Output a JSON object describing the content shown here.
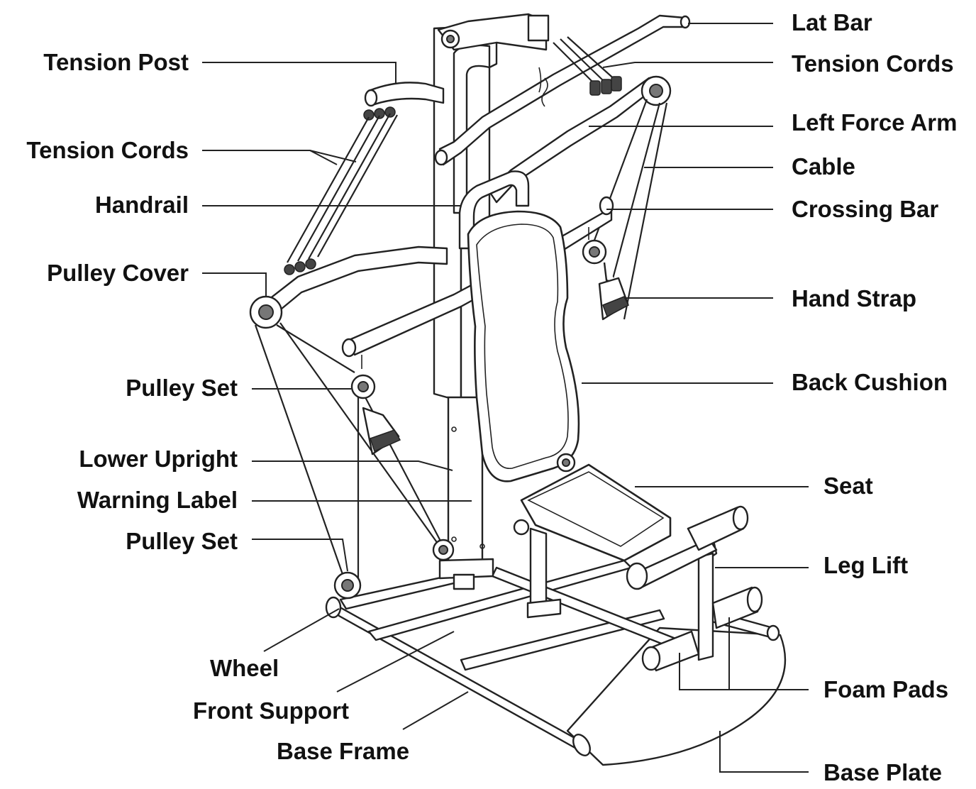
{
  "labels": {
    "lat_bar": "Lat Bar",
    "tension_post": "Tension Post",
    "tension_cords_right": "Tension Cords",
    "left_force_arm": "Left Force Arm",
    "tension_cords_left": "Tension Cords",
    "cable": "Cable",
    "handrail": "Handrail",
    "crossing_bar": "Crossing Bar",
    "pulley_cover": "Pulley Cover",
    "hand_strap": "Hand Strap",
    "back_cushion": "Back Cushion",
    "pulley_set_upper": "Pulley Set",
    "lower_upright": "Lower Upright",
    "seat": "Seat",
    "warning_label": "Warning Label",
    "pulley_set_lower": "Pulley Set",
    "leg_lift": "Leg Lift",
    "wheel": "Wheel",
    "front_support": "Front Support",
    "foam_pads": "Foam Pads",
    "base_frame": "Base Frame",
    "base_plate": "Base Plate"
  }
}
